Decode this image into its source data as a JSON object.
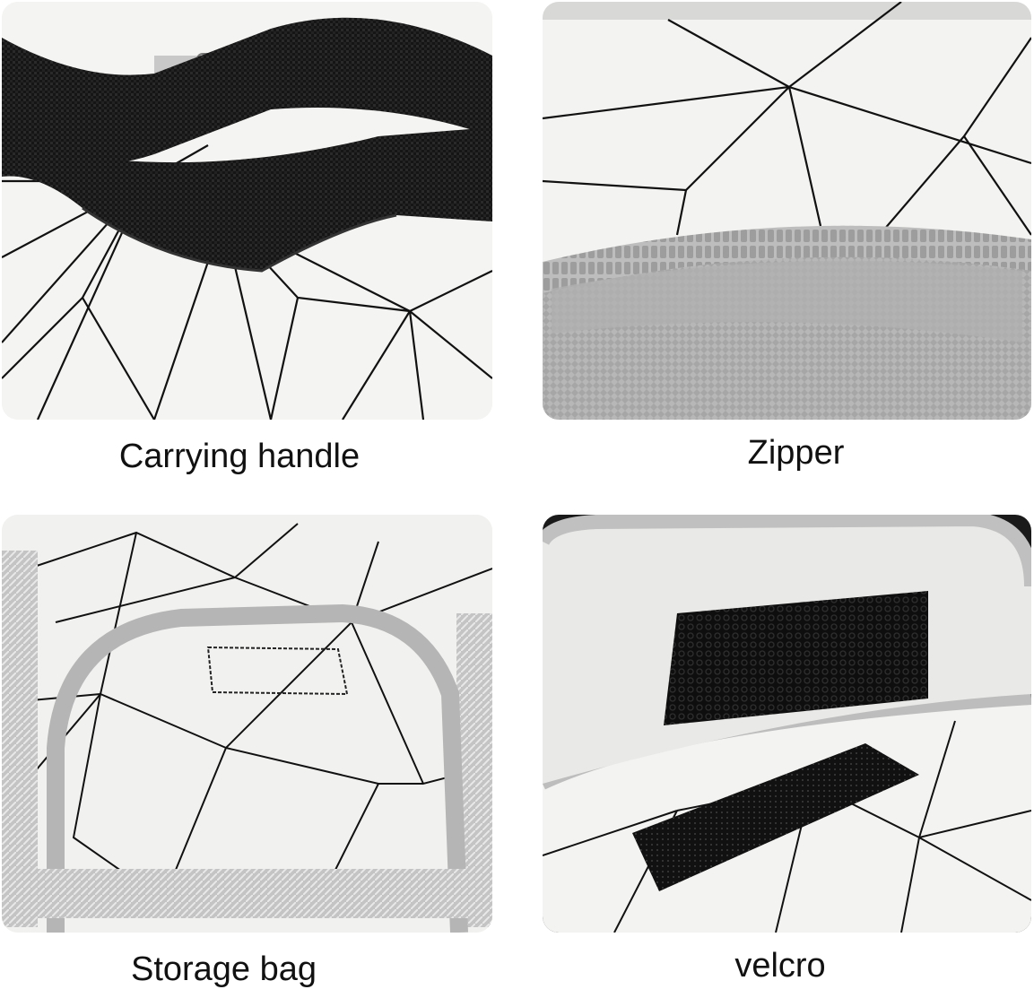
{
  "captions": {
    "carrying_handle": "Carrying handle",
    "zipper": "Zipper",
    "storage_bag": "Storage bag",
    "velcro": "velcro"
  },
  "colors": {
    "fabric": "#f3f3f1",
    "pattern_line": "#111111",
    "strap": "#141414",
    "zipper_gray": "#a9a9a9",
    "binding_gray": "#bdbdbd",
    "velcro_black": "#0e0e0e"
  }
}
